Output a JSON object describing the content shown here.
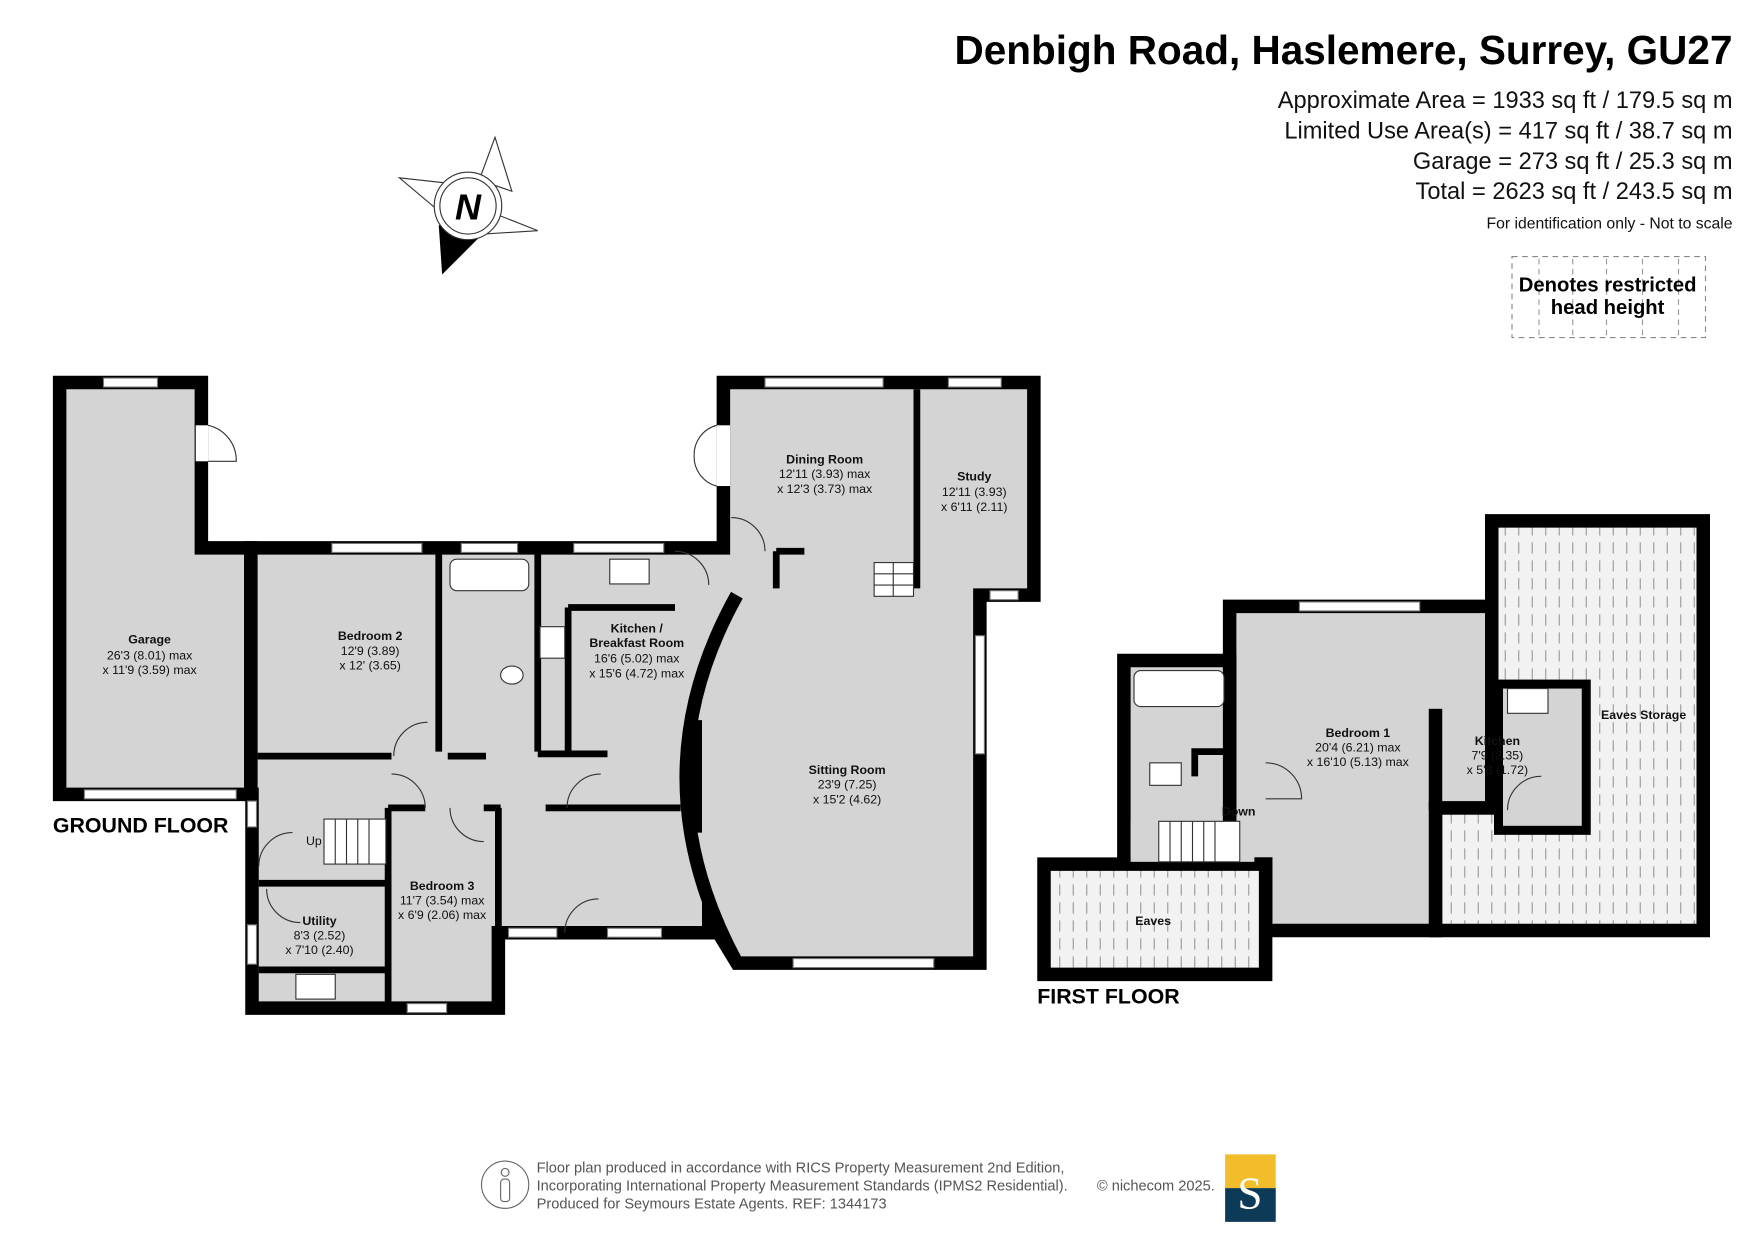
{
  "header": {
    "title": "Denbigh Road, Haslemere, Surrey, GU27",
    "areas": [
      "Approximate Area = 1933 sq ft / 179.5 sq m",
      "Limited Use Area(s) = 417 sq ft / 38.7 sq m",
      "Garage = 273 sq ft / 25.3 sq m",
      "Total = 2623 sq ft / 243.5 sq m"
    ],
    "note": "For identification only - Not to scale"
  },
  "legend": {
    "line1": "Denotes restricted",
    "line2": "head height"
  },
  "compass": {
    "letter": "N",
    "icon": "compass-north-icon"
  },
  "floors": {
    "ground": "GROUND FLOOR",
    "first": "FIRST FLOOR"
  },
  "rooms": {
    "garage": {
      "name": "Garage",
      "d1": "26'3 (8.01) max",
      "d2": "x 11'9 (3.59) max"
    },
    "bedroom2": {
      "name": "Bedroom 2",
      "d1": "12'9 (3.89)",
      "d2": "x 12' (3.65)"
    },
    "kitchen": {
      "name1": "Kitchen /",
      "name2": "Breakfast Room",
      "d1": "16'6 (5.02) max",
      "d2": "x 15'6 (4.72) max"
    },
    "dining": {
      "name": "Dining Room",
      "d1": "12'11 (3.93) max",
      "d2": "x 12'3 (3.73) max"
    },
    "study": {
      "name": "Study",
      "d1": "12'11 (3.93)",
      "d2": "x 6'11 (2.11)"
    },
    "sitting": {
      "name": "Sitting Room",
      "d1": "23'9 (7.25)",
      "d2": "x 15'2 (4.62)"
    },
    "bedroom3": {
      "name": "Bedroom 3",
      "d1": "11'7 (3.54) max",
      "d2": "x 6'9 (2.06) max"
    },
    "utility": {
      "name": "Utility",
      "d1": "8'3 (2.52)",
      "d2": "x 7'10 (2.40)"
    },
    "bedroom1": {
      "name": "Bedroom 1",
      "d1": "20'4 (6.21) max",
      "d2": "x 16'10 (5.13) max"
    },
    "kitchen2": {
      "name": "Kitchen",
      "d1": "7'9 (2.35)",
      "d2": "x 5'8 (1.72)"
    },
    "eaves_storage": {
      "name": "Eaves Storage"
    },
    "eaves": {
      "name": "Eaves"
    }
  },
  "stairs": {
    "up": "Up",
    "down": "Down"
  },
  "footer": {
    "line1": "Floor plan produced in accordance with RICS Property Measurement 2nd Edition,",
    "line2": "Incorporating International Property Measurement Standards (IPMS2 Residential).",
    "copyright": "© nichecom 2025.",
    "line3": "Produced for Seymours Estate Agents.   REF: 1344173",
    "logo_letter": "S",
    "logo_colors": {
      "top": "#f2bd2b",
      "bottom": "#0d3b57"
    }
  },
  "colors": {
    "room": "#d4d4d4",
    "wall": "#000000",
    "hatch": "#999999"
  }
}
